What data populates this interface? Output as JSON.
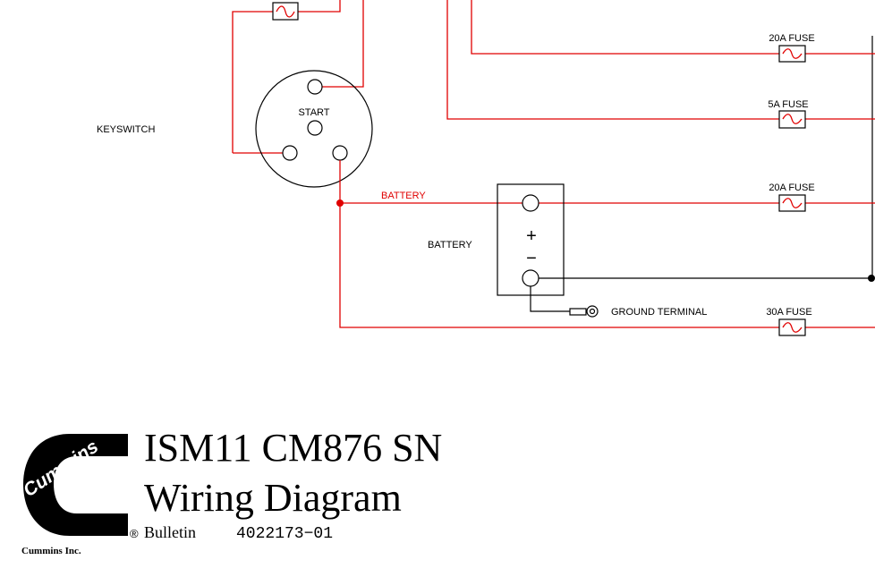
{
  "colors": {
    "wire_power": "#e00000",
    "wire_ground": "#000000",
    "background": "#ffffff"
  },
  "diagram": {
    "keyswitch": {
      "label": "KEYSWITCH",
      "start_label": "START"
    },
    "battery": {
      "label": "BATTERY",
      "wire_label": "BATTERY",
      "positive_symbol": "+",
      "negative_symbol": "−"
    },
    "ground_terminal": {
      "label": "GROUND TERMINAL"
    },
    "fuses": [
      {
        "label": "20A FUSE"
      },
      {
        "label": "5A FUSE"
      },
      {
        "label": "20A FUSE"
      },
      {
        "label": "30A FUSE"
      }
    ]
  },
  "title_block": {
    "logo_text": "Cummins",
    "company": "Cummins Inc.",
    "title_line1": "ISM11 CM876 SN",
    "title_line2": "Wiring Diagram",
    "registered_mark": "®",
    "bulletin_label": "Bulletin",
    "bulletin_number": "4022173−01"
  }
}
